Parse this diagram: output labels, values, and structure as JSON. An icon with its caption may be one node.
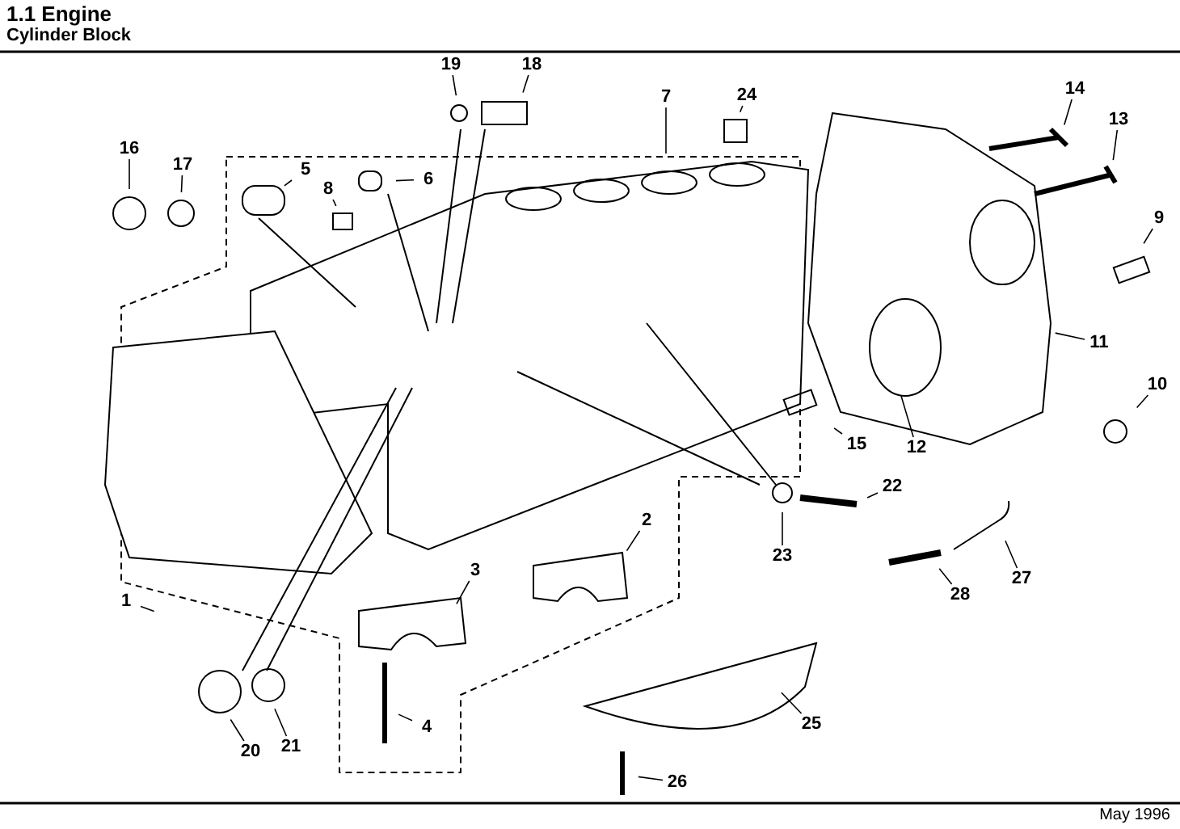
{
  "diagram": {
    "title": "1.1 Engine",
    "nodes": [
      {
        "text": [
          "1"
        ]
      },
      {
        "text": [
          "2"
        ]
      },
      {
        "text": [
          "3"
        ]
      },
      {
        "text": [
          "4"
        ]
      },
      {
        "text": [
          "5"
        ]
      },
      {
        "text": [
          "6"
        ]
      },
      {
        "text": [
          "7"
        ]
      },
      {
        "text": [
          "8"
        ]
      },
      {
        "text": [
          "9"
        ]
      },
      {
        "text": [
          "10"
        ]
      },
      {
        "text": [
          "11"
        ]
      },
      {
        "text": [
          "12"
        ]
      },
      {
        "text": [
          "13"
        ]
      },
      {
        "text": [
          "14"
        ]
      },
      {
        "text": [
          "15"
        ]
      },
      {
        "text": [
          "16"
        ]
      },
      {
        "text": [
          "17"
        ]
      },
      {
        "text": [
          "18"
        ]
      },
      {
        "text": [
          "19"
        ]
      },
      {
        "text": [
          "20"
        ]
      },
      {
        "text": [
          "21"
        ]
      },
      {
        "text": [
          "22"
        ]
      },
      {
        "text": [
          "23"
        ]
      },
      {
        "text": [
          "24"
        ]
      },
      {
        "text": [
          "25"
        ]
      },
      {
        "text": [
          "26"
        ]
      },
      {
        "text": [
          "27"
        ]
      },
      {
        "text": [
          "28"
        ]
      }
    ],
    "edges": [
      {
        "from": 0,
        "to": null,
        "arrow": "none"
      },
      {
        "from": 1,
        "to": null,
        "arrow": "none"
      },
      {
        "from": 2,
        "to": null,
        "arrow": "none"
      },
      {
        "from": 3,
        "to": null,
        "arrow": "none"
      },
      {
        "from": 4,
        "to": null,
        "arrow": "none"
      },
      {
        "from": 5,
        "to": null,
        "arrow": "none"
      },
      {
        "from": 6,
        "to": null,
        "arrow": "none"
      },
      {
        "from": 7,
        "to": null,
        "arrow": "none"
      },
      {
        "from": 8,
        "to": null,
        "arrow": "none"
      },
      {
        "from": 9,
        "to": null,
        "arrow": "none"
      },
      {
        "from": 10,
        "to": null,
        "arrow": "none"
      },
      {
        "from": 11,
        "to": null,
        "arrow": "none"
      },
      {
        "from": 12,
        "to": null,
        "arrow": "none"
      },
      {
        "from": 13,
        "to": null,
        "arrow": "none"
      },
      {
        "from": 14,
        "to": null,
        "arrow": "none"
      },
      {
        "from": 15,
        "to": null,
        "arrow": "none"
      },
      {
        "from": 16,
        "to": null,
        "arrow": "none"
      },
      {
        "from": 17,
        "to": null,
        "arrow": "none"
      },
      {
        "from": 18,
        "to": null,
        "arrow": "none"
      },
      {
        "from": 19,
        "to": null,
        "arrow": "none"
      },
      {
        "from": 20,
        "to": null,
        "arrow": "none"
      },
      {
        "from": 21,
        "to": null,
        "arrow": "none"
      },
      {
        "from": 22,
        "to": null,
        "arrow": "none"
      },
      {
        "from": 23,
        "to": null,
        "arrow": "none"
      },
      {
        "from": 24,
        "to": null,
        "arrow": "none"
      },
      {
        "from": 25,
        "to": null,
        "arrow": "none"
      },
      {
        "from": 26,
        "to": null,
        "arrow": "none"
      },
      {
        "from": 27,
        "to": null,
        "arrow": "none"
      }
    ],
    "labels": [
      "Cylinder Block",
      "May 1996"
    ]
  }
}
